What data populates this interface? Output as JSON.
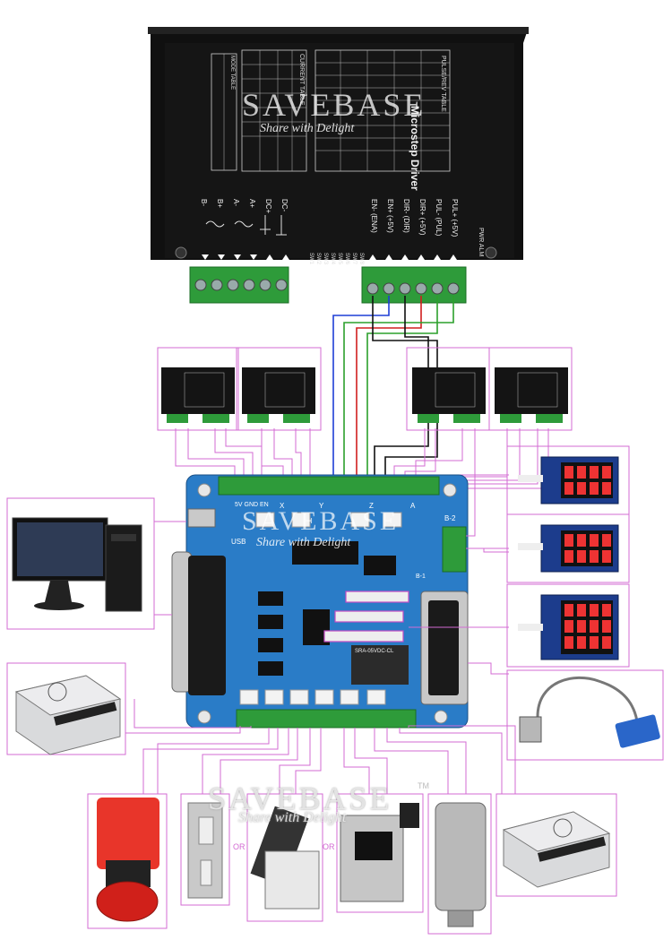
{
  "main_driver": {
    "title": "Microstep Driver",
    "table1_header": "PULSE/REV TABLE",
    "table2_header": "CURRENT TABLE",
    "mode_header": "MODE TABLE",
    "inputs": [
      "PUL+ (+5V)",
      "PUL- (PUL)",
      "DIR+ (+5V)",
      "DIR- (DIR)",
      "EN+ (+5V)",
      "EN- (ENA)"
    ],
    "motor_terminals": [
      "B-",
      "B+",
      "A-",
      "A+",
      "DC+",
      "DC-"
    ],
    "switches": [
      "SW1",
      "SW2",
      "SW3",
      "SW4",
      "SW5",
      "SW6",
      "SW7",
      "SW8"
    ],
    "alarm_label": "PWR ALM"
  },
  "breakout_board": {
    "usb_label": "USB",
    "b2_label": "B-2",
    "b1_label": "B-1",
    "relay_label": "SRA-05VDC-CL",
    "axis_labels": [
      "X",
      "Y",
      "Z",
      "A"
    ],
    "edge_text": "5V GND EN"
  },
  "watermark": {
    "brand": "SAVEBASE",
    "tm": "TM",
    "tagline": "Share with Delight"
  },
  "or_labels": [
    "OR",
    "OR"
  ],
  "colors": {
    "frame": "#d36bd3",
    "pcb": "#2a7cc7",
    "terminal": "#2e9b3a",
    "wire_blue": "#1f3fd6",
    "wire_red": "#d11f1f",
    "wire_green": "#2ca02c",
    "wire_black": "#111111"
  },
  "peripheral_icons": [
    "computer-icon",
    "power-supply-icon",
    "emergency-stop-icon",
    "limit-switch-icon",
    "micro-switch-icon",
    "roller-switch-icon",
    "spindle-motor-icon",
    "power-supply-icon",
    "display-module-icon",
    "sensor-cable-icon"
  ]
}
